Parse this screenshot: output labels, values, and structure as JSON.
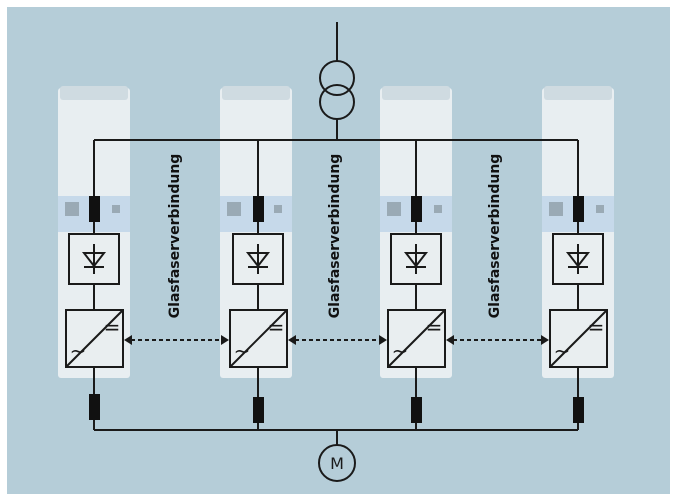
{
  "diagram": {
    "colors": {
      "background": "#b5cdd8",
      "cabinet": "#e8eef1",
      "cabinet_cap": "#cfdbe1",
      "control_panel": "#c6d9ea",
      "wire": "#1a1a1a",
      "block_fill": "#e9eef0",
      "frame": "#ffffff"
    },
    "labels": {
      "link_1": "Glasfaserverbindung",
      "link_2": "Glasfaserverbindung",
      "link_3": "Glasfaserverbindung",
      "motor": "M"
    },
    "symbols": {
      "supply": "transformer-icon",
      "rectifier": "diode-icon",
      "inverter": "inverter-icon",
      "load": "motor-icon"
    },
    "inverter_marks": {
      "dc": "=",
      "ac": "~"
    },
    "units": [
      {
        "name": "drive-unit-1"
      },
      {
        "name": "drive-unit-2"
      },
      {
        "name": "drive-unit-3"
      },
      {
        "name": "drive-unit-4"
      }
    ]
  }
}
